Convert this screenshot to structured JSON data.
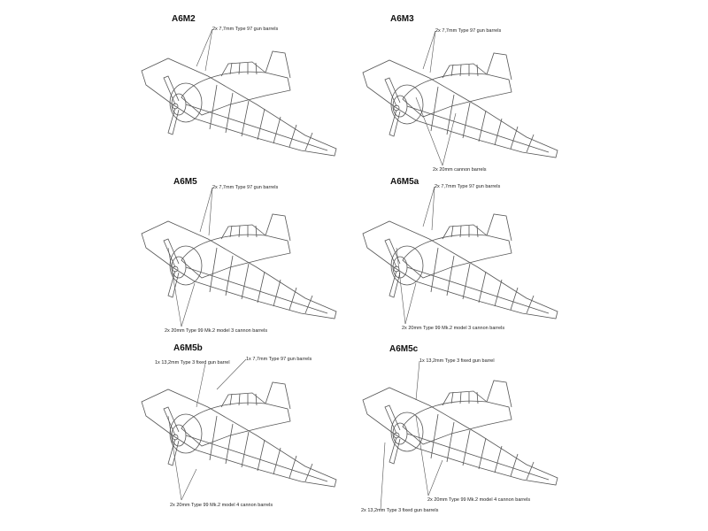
{
  "panels": [
    {
      "title": "A6M2",
      "labels": [
        "2x 7,7mm Type 97 gun barrels"
      ]
    },
    {
      "title": "A6M3",
      "labels": [
        "2x 7,7mm Type 97 gun barrels",
        "2x 20mm cannon barrels"
      ]
    },
    {
      "title": "A6M5",
      "labels": [
        "2x 7,7mm Type 97 gun barrels",
        "2x 20mm Type 99 Mk.2 model 3 cannon barrels"
      ]
    },
    {
      "title": "A6M5a",
      "labels": [
        "2x 7,7mm Type 97 gun barrels",
        "2x 20mm Type 99 Mk.2 model 3 cannon barrels"
      ]
    },
    {
      "title": "A6M5b",
      "labels": [
        "1x 13,2mm Type 3 fixed gun barrel",
        "1x 7,7mm Type 97 gun barrels",
        "2x 20mm Type 99 Mk.2 model 4 cannon barrels"
      ]
    },
    {
      "title": "A6M5c",
      "labels": [
        "1x 13,2mm Type 3 fixed gun barrel",
        "2x 20mm Type 99 Mk.2 model 4 cannon barrels",
        "2x 13,2mm Type 3 fixed gun barrels"
      ]
    }
  ],
  "colors": {
    "line": "#555555",
    "ink": "#222222",
    "background": "#ffffff"
  }
}
